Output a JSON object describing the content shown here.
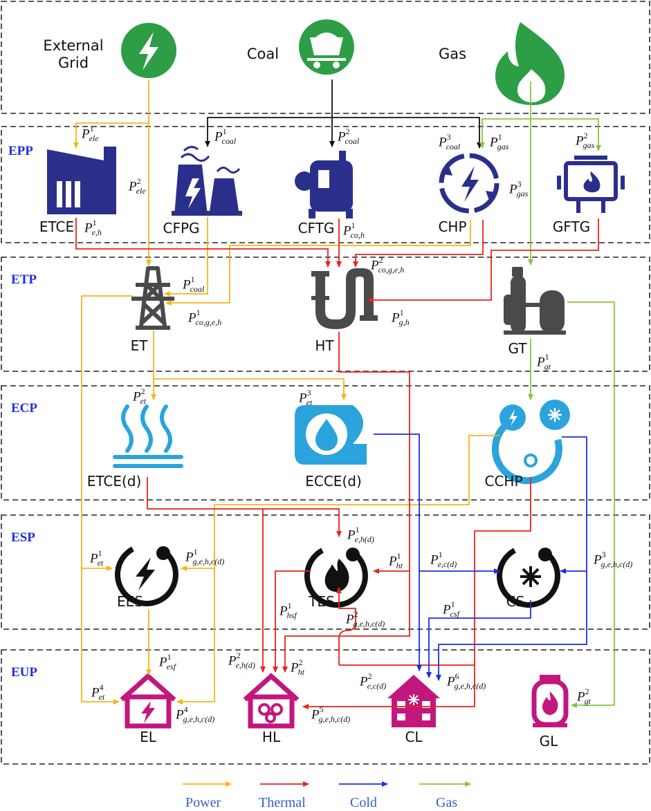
{
  "sections": [
    "EPP",
    "ETP",
    "ECP",
    "ESP",
    "EUP"
  ],
  "sources": {
    "grid": "External\nGrid",
    "coal": "Coal",
    "gas": "Gas"
  },
  "nodes": {
    "etce": "ETCE",
    "cfpg": "CFPG",
    "cftg": "CFTG",
    "chp": "CHP",
    "gftg": "GFTG",
    "et": "ET",
    "ht": "HT",
    "gt": "GT",
    "etced": "ETCE(d)",
    "ecced": "ECCE(d)",
    "cchp": "CCHP",
    "ees": "EES",
    "tes": "TES",
    "cs": "CS",
    "el": "EL",
    "hl": "HL",
    "cl": "CL",
    "gl": "GL"
  },
  "flows": [
    {
      "sup": "1",
      "sub": "ele"
    },
    {
      "sup": "2",
      "sub": "ele"
    },
    {
      "sup": "1",
      "sub": "coal"
    },
    {
      "sup": "2",
      "sub": "coal"
    },
    {
      "sup": "3",
      "sub": "coal"
    },
    {
      "sup": "1",
      "sub": "gas"
    },
    {
      "sup": "2",
      "sub": "gas"
    },
    {
      "sup": "3",
      "sub": "gas"
    },
    {
      "sup": "1",
      "sub": "e,h"
    },
    {
      "sup": "1",
      "sub": "co,h"
    },
    {
      "sup": "1",
      "sub": "coal"
    },
    {
      "sup": "2",
      "sub": "co,g,e,h"
    },
    {
      "sup": "1",
      "sub": "co,g,e,h"
    },
    {
      "sup": "1",
      "sub": "g,h"
    },
    {
      "sup": "1",
      "sub": "gt"
    },
    {
      "sup": "2",
      "sub": "et"
    },
    {
      "sup": "3",
      "sub": "et"
    },
    {
      "sup": "1",
      "sub": "e,h(d)"
    },
    {
      "sup": "1",
      "sub": "et"
    },
    {
      "sup": "1",
      "sub": "g,e,h,c(d)"
    },
    {
      "sup": "1",
      "sub": "ht"
    },
    {
      "sup": "1",
      "sub": "e,c(d)"
    },
    {
      "sup": "3",
      "sub": "g,e,h,c(d)"
    },
    {
      "sup": "1",
      "sub": "hsf"
    },
    {
      "sup": "1",
      "sub": "csf"
    },
    {
      "sup": "2",
      "sub": "g,e,h,c(d)"
    },
    {
      "sup": "1",
      "sub": "esf"
    },
    {
      "sup": "2",
      "sub": "e,h(d)"
    },
    {
      "sup": "2",
      "sub": "ht"
    },
    {
      "sup": "4",
      "sub": "et"
    },
    {
      "sup": "2",
      "sub": "e,c(d)"
    },
    {
      "sup": "6",
      "sub": "g,e,h,c(d)"
    },
    {
      "sup": "4",
      "sub": "g,e,h,c(d)"
    },
    {
      "sup": "5",
      "sub": "g,e,h,c(d)"
    },
    {
      "sup": "2",
      "sub": "gt"
    }
  ],
  "legend": [
    {
      "label": "Power",
      "color": "#f5b718"
    },
    {
      "label": "Thermal",
      "color": "#e8231a"
    },
    {
      "label": "Cold",
      "color": "#1c2fe0"
    },
    {
      "label": "Gas",
      "color": "#86c440"
    }
  ],
  "colors": {
    "power": "#f5b718",
    "thermal": "#e8231a",
    "cold": "#1c2fe0",
    "gas": "#86c440",
    "epp_icons": "#2b2f8c",
    "etp_icons": "#4a4a4a",
    "ecp_icons": "#2ba3dc",
    "eup_icons": "#c2177c",
    "source_icons": "#2e9e46"
  }
}
